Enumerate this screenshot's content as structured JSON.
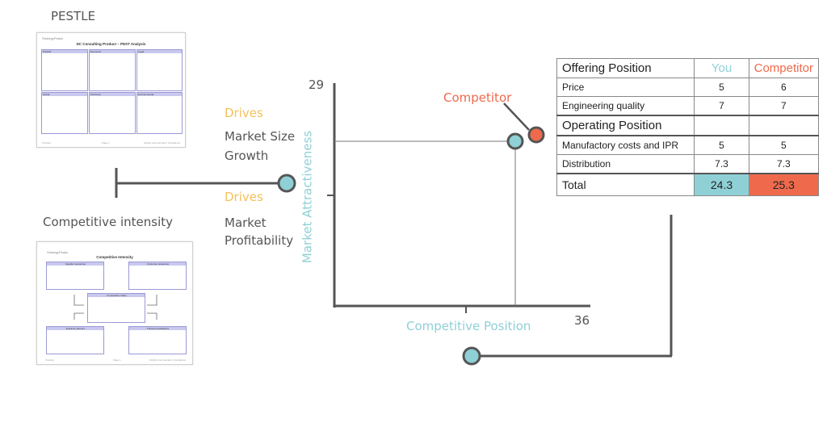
{
  "pestle": {
    "title": "PESTLE",
    "doc_brand": "StrategyPeaks",
    "doc_title": "DC Consulting Product – PEST Analysis",
    "cells": [
      "Political",
      "Economic",
      "Legal",
      "Social",
      "Technical",
      "Environmental"
    ],
    "footer_left": "©Author",
    "footer_mid": "Page 1",
    "footer_right": "Strictly Commercial in Confidence"
  },
  "competitive": {
    "title": "Competitive intensity",
    "doc_brand": "StrategyPeaks",
    "doc_title": "Competitive Intensity",
    "cells": [
      "Supplier pressures",
      "Customer pressures",
      "Competitive rivalry",
      "Entrance barriers",
      "Threat of substitutes"
    ],
    "footer_left": "©Author",
    "footer_mid": "Page 1",
    "footer_right": "Strictly Commercial in Confidence"
  },
  "drivers": [
    {
      "drives": "Drives",
      "line1": "Market Size",
      "line2": "Growth"
    },
    {
      "drives": "Drives",
      "line1": "Market",
      "line2": "Profitability"
    }
  ],
  "plot": {
    "y_max": "29",
    "x_max": "36",
    "y_label": "Market Attractiveness",
    "x_label": "Competitive Position",
    "competitor_label": "Competitor"
  },
  "table": {
    "header": {
      "section": "Offering Position",
      "you": "You",
      "competitor": "Competitor"
    },
    "offering_rows": [
      {
        "label": "Price",
        "you": "5",
        "competitor": "6"
      },
      {
        "label": "Engineering quality",
        "you": "7",
        "competitor": "7"
      }
    ],
    "operating_section": "Operating Position",
    "operating_rows": [
      {
        "label": "Manufactory costs and IPR",
        "you": "5",
        "competitor": "5"
      },
      {
        "label": "Distribution",
        "you": "7.3",
        "competitor": "7.3"
      }
    ],
    "total": {
      "label": "Total",
      "you": "24.3",
      "competitor": "25.3"
    }
  },
  "colors": {
    "teal": "#8fd0d6",
    "orange": "#ef6a4c",
    "yellow": "#f5c05a",
    "line": "#555555"
  }
}
